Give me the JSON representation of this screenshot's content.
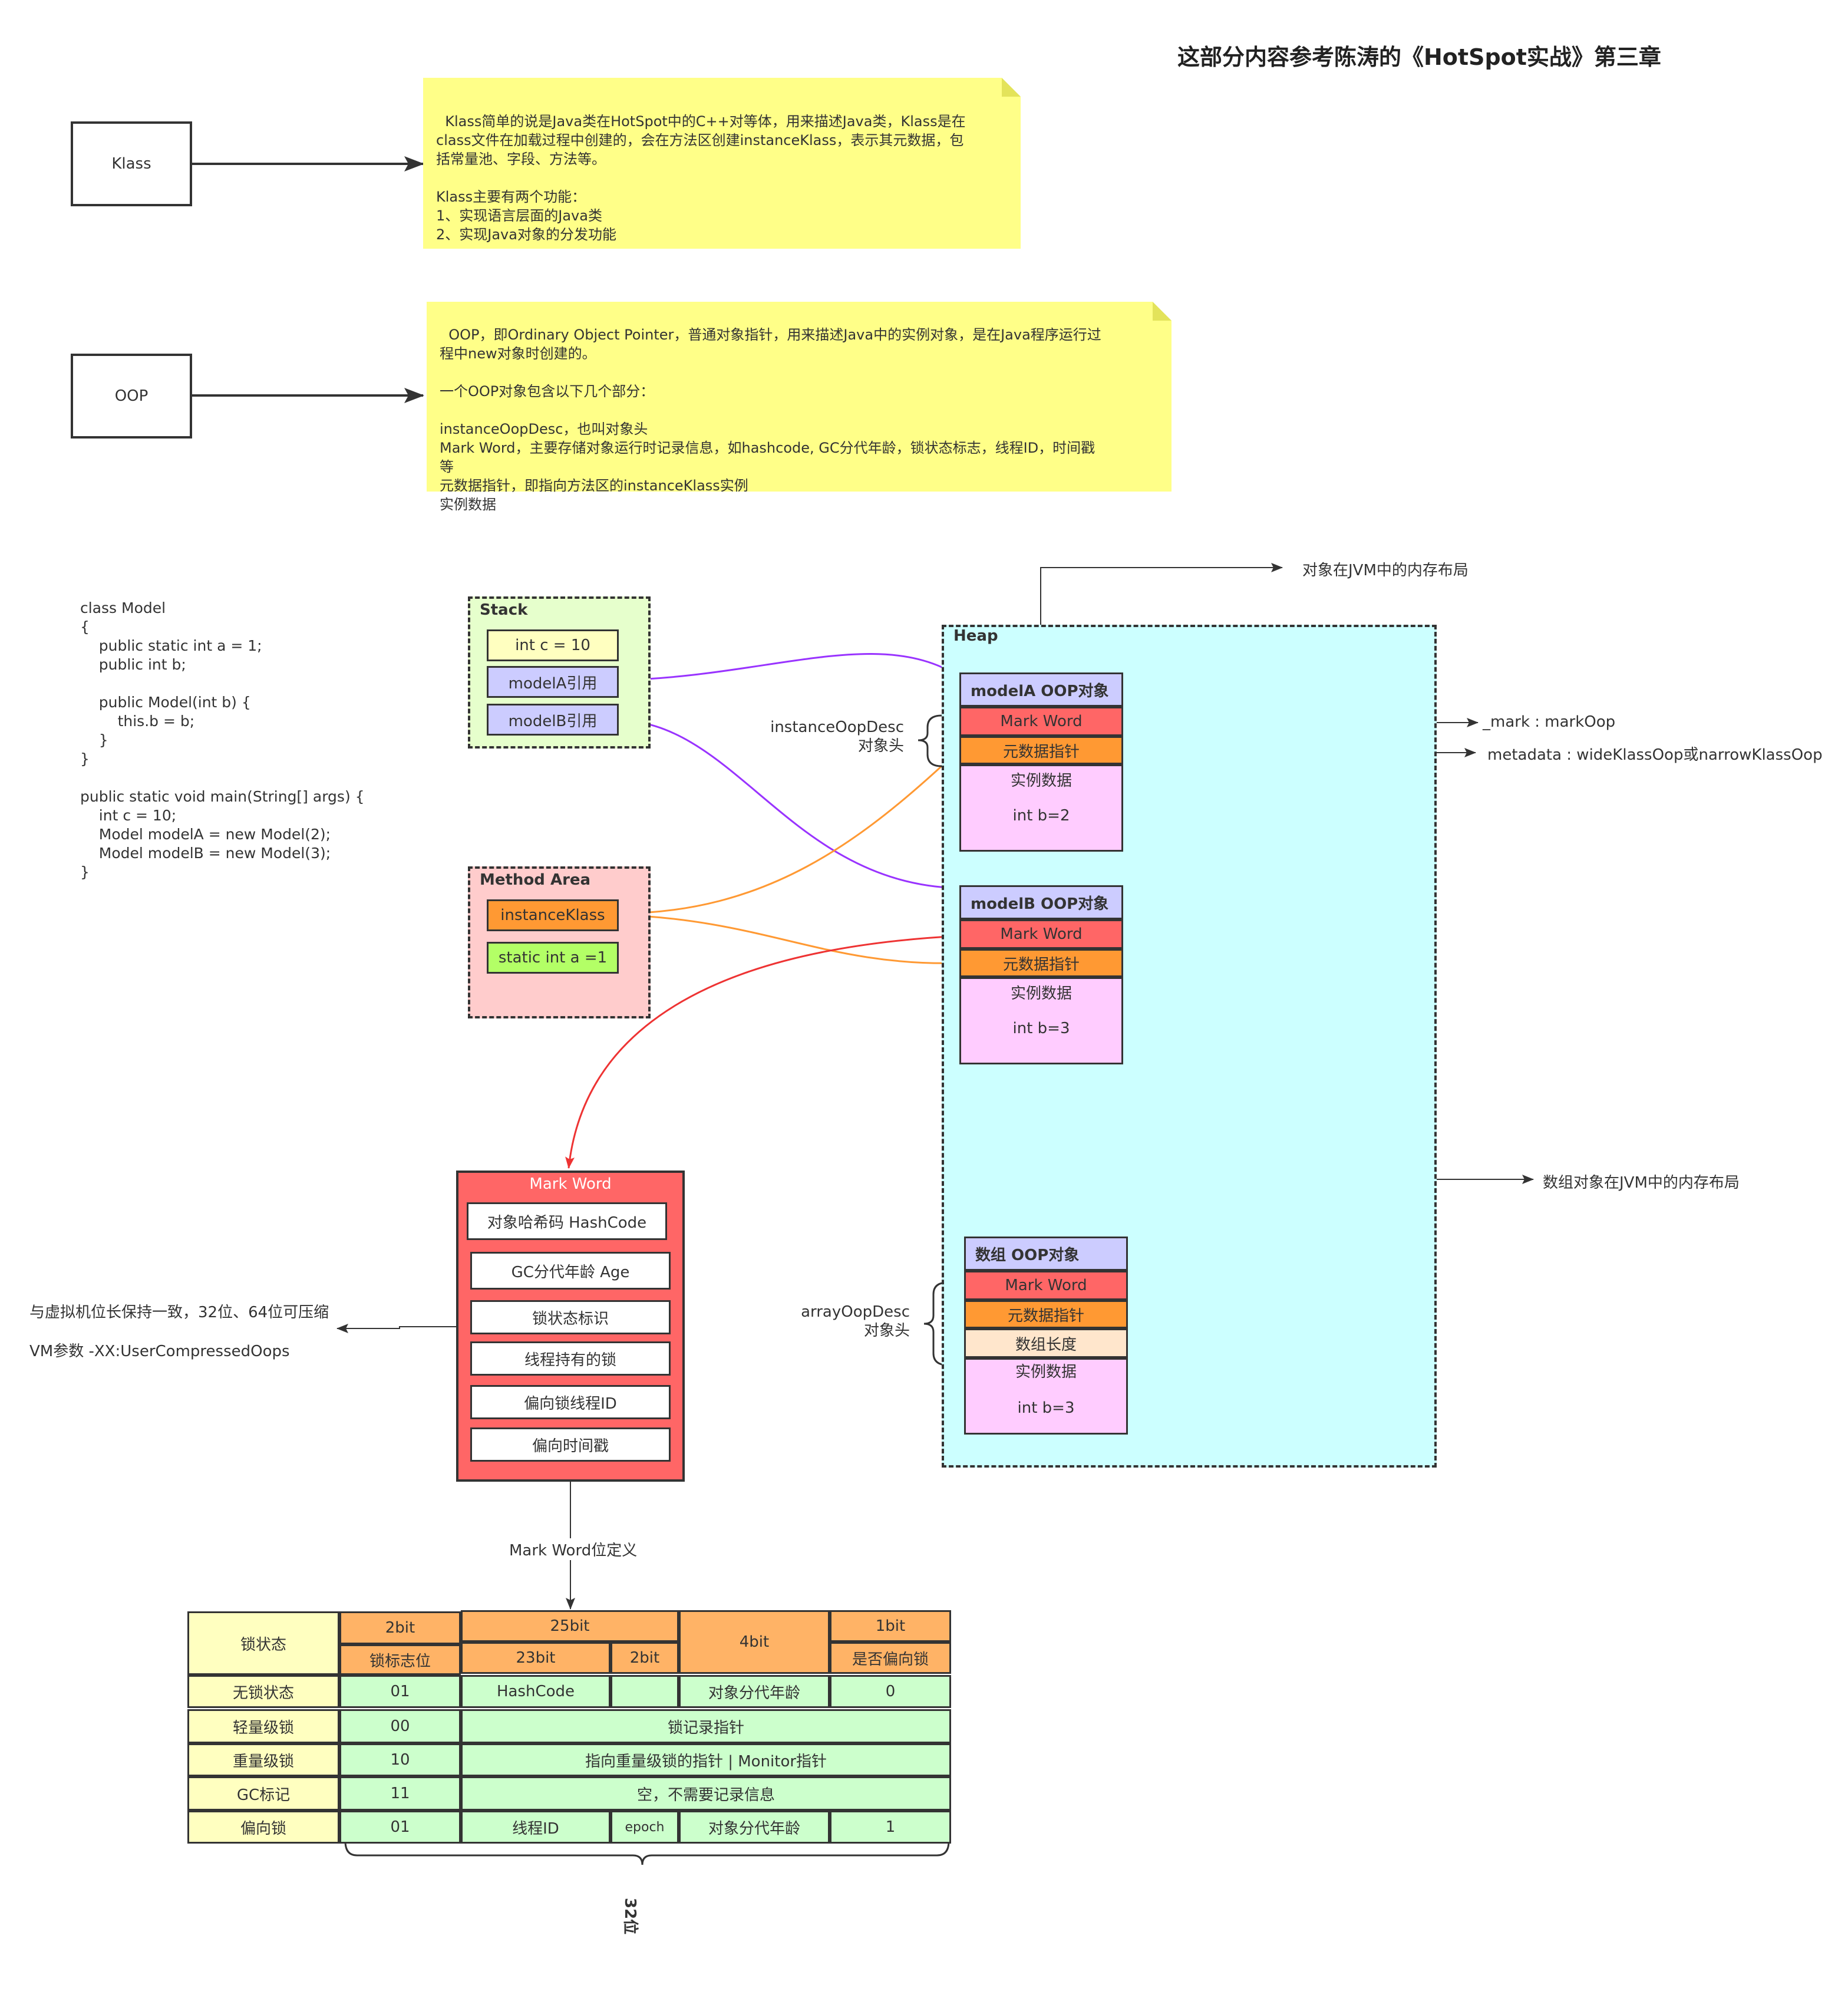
{
  "title": "这部分内容参考陈涛的《HotSpot实战》第三章",
  "klass": {
    "label": "Klass",
    "note": "Klass简单的说是Java类在HotSpot中的C++对等体，用来描述Java类，Klass是在\nclass文件在加载过程中创建的，会在方法区创建instanceKlass，表示其元数据，包\n括常量池、字段、方法等。\n\nKlass主要有两个功能：\n1、实现语言层面的Java类\n2、实现Java对象的分发功能"
  },
  "oop": {
    "label": "OOP",
    "note": "OOP，即Ordinary Object Pointer，普通对象指针，用来描述Java中的实例对象，是在Java程序运行过\n程中new对象时创建的。\n\n一个OOP对象包含以下几个部分：\n\ninstanceOopDesc，也叫对象头\nMark Word，主要存储对象运行时记录信息，如hashcode, GC分代年龄，锁状态标志，线程ID，时间戳\n等\n元数据指针，即指向方法区的instanceKlass实例\n实例数据"
  },
  "code": "class Model\n{\n    public static int a = 1;\n    public int b;\n\n    public Model(int b) {\n        this.b = b;\n    }\n}\n\npublic static void main(String[] args) {\n    int c = 10;\n    Model modelA = new Model(2);\n    Model modelB = new Model(3);\n}",
  "stack": {
    "title": "Stack",
    "items": [
      "int c = 10",
      "modelA引用",
      "modelB引用"
    ]
  },
  "method_area": {
    "title": "Method Area",
    "items": [
      "instanceKlass",
      "static int a =1"
    ]
  },
  "heap": {
    "title": "Heap",
    "modelA": {
      "title": "modelA OOP对象",
      "mark": "Mark Word",
      "meta": "元数据指针",
      "data": "实例数据",
      "value": "int b=2"
    },
    "modelB": {
      "title": "modelB OOP对象",
      "mark": "Mark Word",
      "meta": "元数据指针",
      "data": "实例数据",
      "value": "int b=3"
    },
    "array": {
      "title": "数组 OOP对象",
      "mark": "Mark Word",
      "meta": "元数据指针",
      "length": "数组长度",
      "data": "实例数据",
      "value": "int b=3"
    }
  },
  "labels": {
    "layout_top": "对象在JVM中的内存布局",
    "layout_array": "数组对象在JVM中的内存布局",
    "instance_desc": "instanceOopDesc\n对象头",
    "array_desc": "arrayOopDesc\n对象头",
    "mark_oop": "_mark : markOop",
    "metadata": "metadata :  wideKlassOop或narrowKlassOop",
    "word_size": "与虚拟机位长保持一致，32位、64位可压缩",
    "vm_param": "VM参数 -XX:UserCompressedOops",
    "mw_def": "Mark Word位定义",
    "bits32": "32位"
  },
  "mark_word": {
    "title": "Mark Word",
    "items": [
      "对象哈希码 HashCode",
      "GC分代年龄 Age",
      "锁状态标识",
      "线程持有的锁",
      "偏向锁线程ID",
      "偏向时间戳"
    ]
  },
  "table": {
    "lock_state": "锁状态",
    "h_2bit": "2bit",
    "h_25bit": "25bit",
    "h_4bit": "4bit",
    "h_1bit": "1bit",
    "h_flag": "锁标志位",
    "h_23bit": "23bit",
    "h_2bit_b": "2bit",
    "h_biased": "是否偏向锁",
    "rows": {
      "unlocked": {
        "state": "无锁状态",
        "flag": "01",
        "hash": "HashCode",
        "age": "对象分代年龄",
        "biased": "0"
      },
      "light": {
        "state": "轻量级锁",
        "flag": "00",
        "content": "锁记录指针"
      },
      "heavy": {
        "state": "重量级锁",
        "flag": "10",
        "content": "指向重量级锁的指针 | Monitor指针"
      },
      "gc": {
        "state": "GC标记",
        "flag": "11",
        "content": "空，不需要记录信息"
      },
      "biasedlock": {
        "state": "偏向锁",
        "flag": "01",
        "thread": "线程ID",
        "epoch": "epoch",
        "age": "对象分代年龄",
        "biased": "1"
      }
    }
  },
  "colors": {
    "note": "#ffff88",
    "stack": "#e6ffcc",
    "method_area": "#ffcccc",
    "heap": "#ccffff",
    "oop_header": "#ccccff",
    "mark_word": "#ff6666",
    "meta": "#ff9933",
    "instance_data": "#ffccff",
    "array_length": "#ffe6cc",
    "static_field": "#b3ff66",
    "arrow_purple": "#9933ff",
    "arrow_orange": "#ff9933",
    "arrow_red": "#ee3333"
  }
}
